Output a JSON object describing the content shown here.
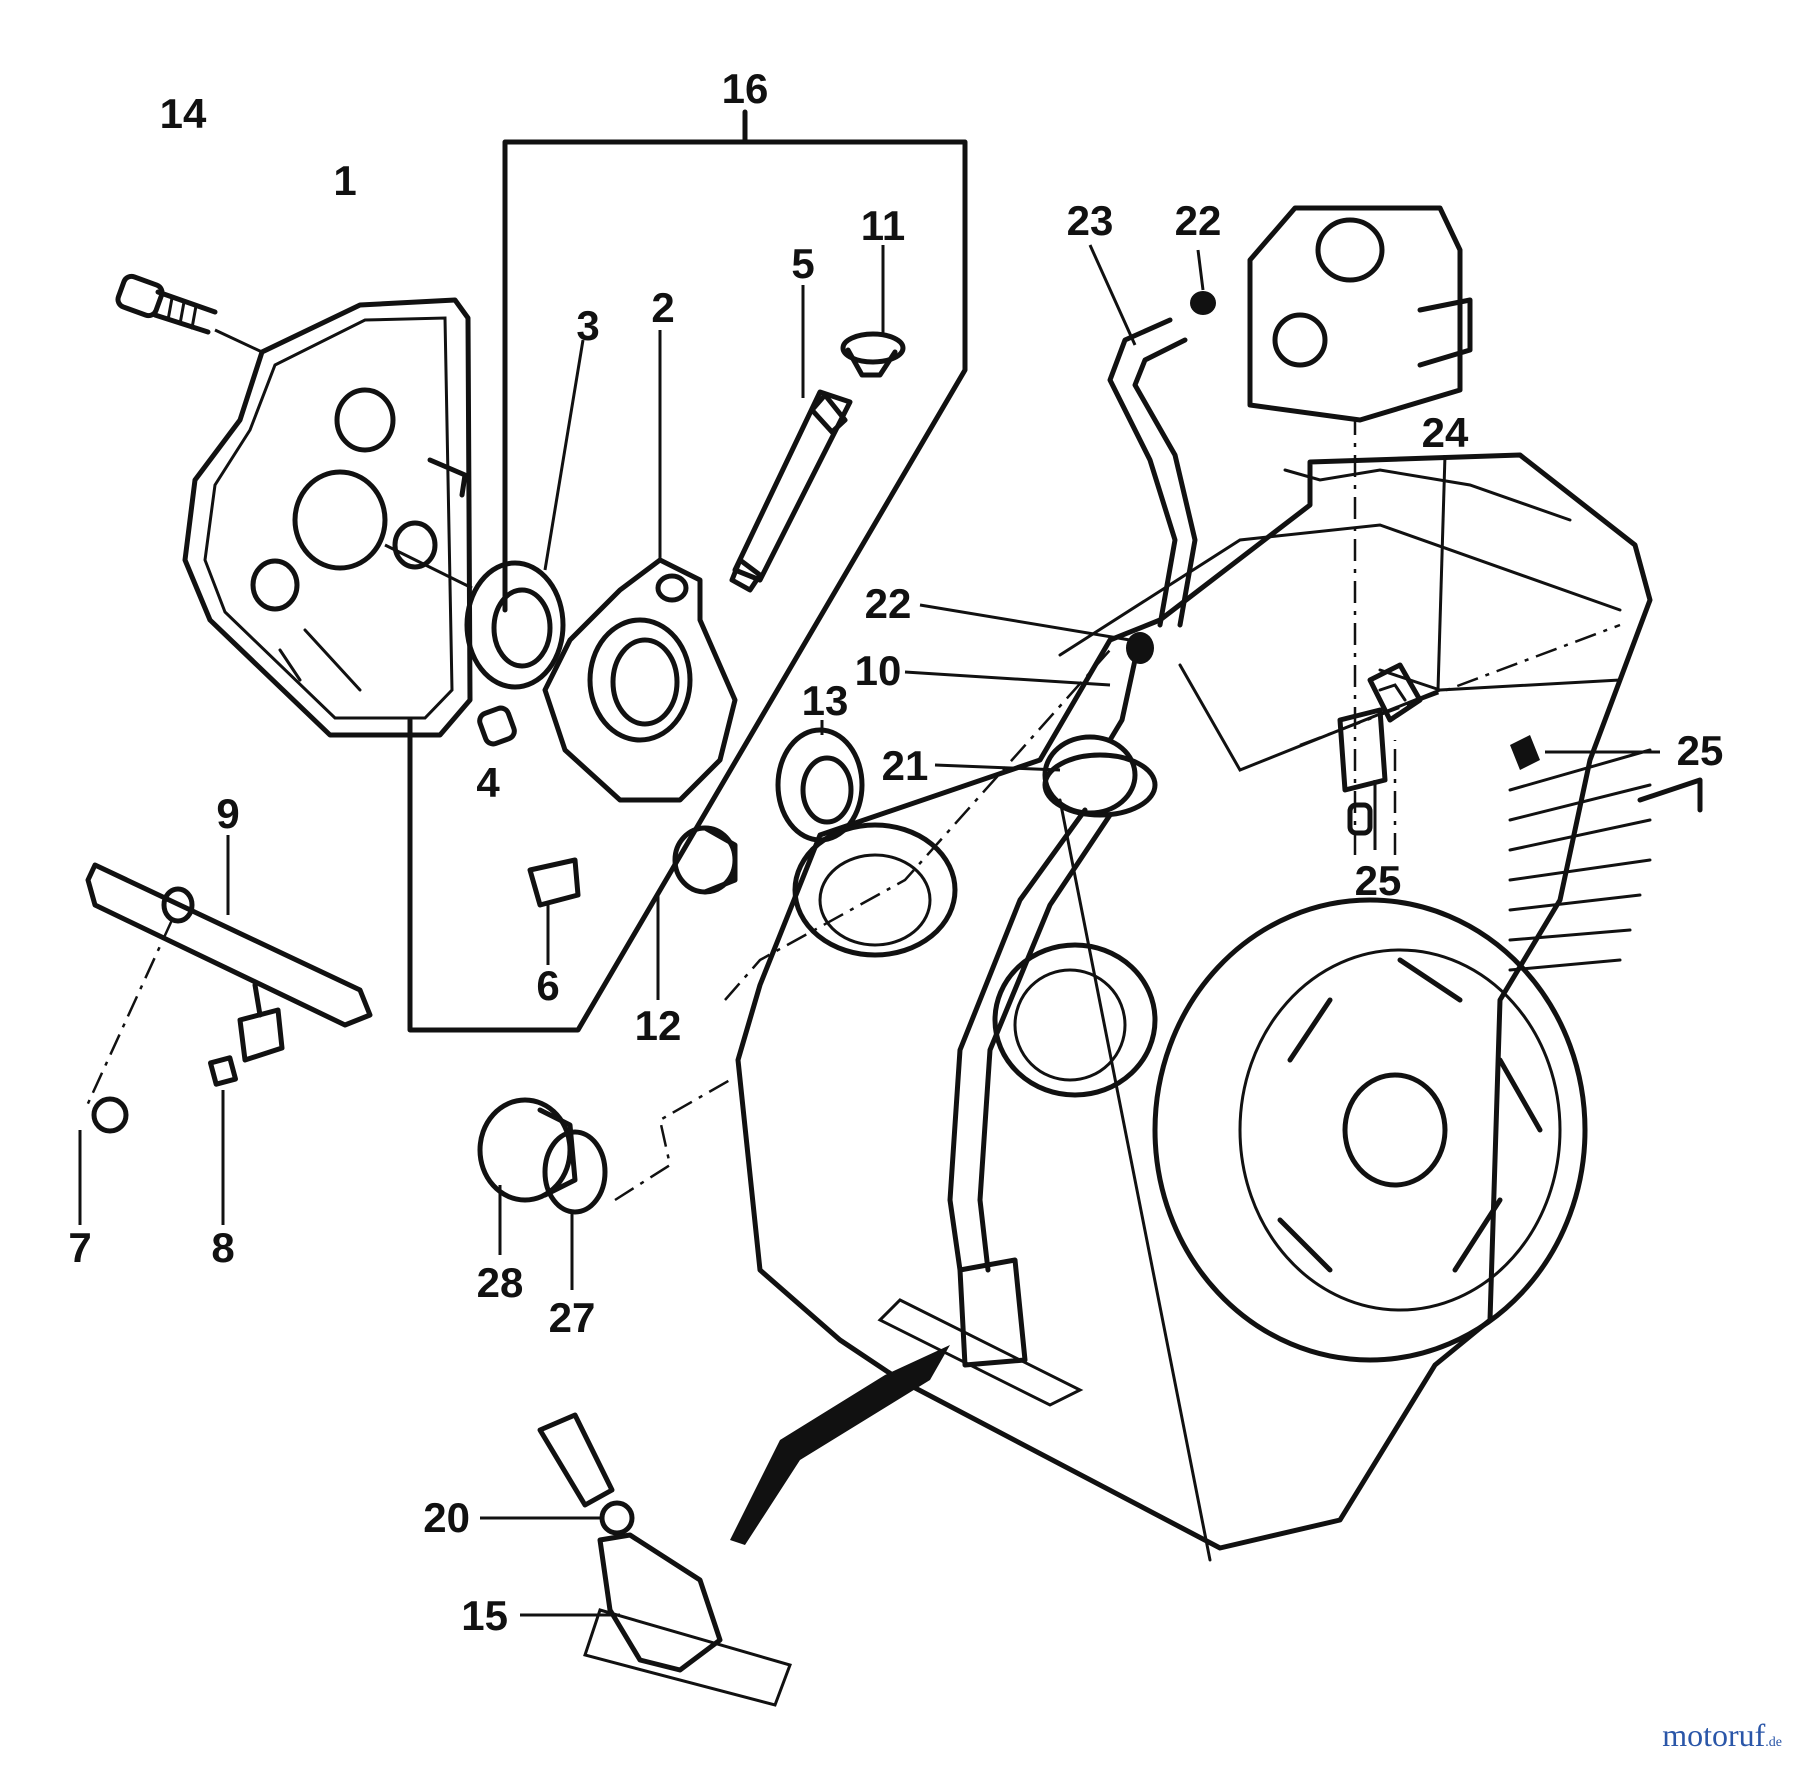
{
  "callouts": [
    "1",
    "2",
    "3",
    "4",
    "5",
    "6",
    "7",
    "8",
    "9",
    "10",
    "11",
    "12",
    "13",
    "14",
    "15",
    "16",
    "20",
    "21",
    "22",
    "22",
    "23",
    "24",
    "25",
    "25",
    "27",
    "28"
  ],
  "watermark": {
    "name": "motoruf",
    "suffix": ".de"
  }
}
